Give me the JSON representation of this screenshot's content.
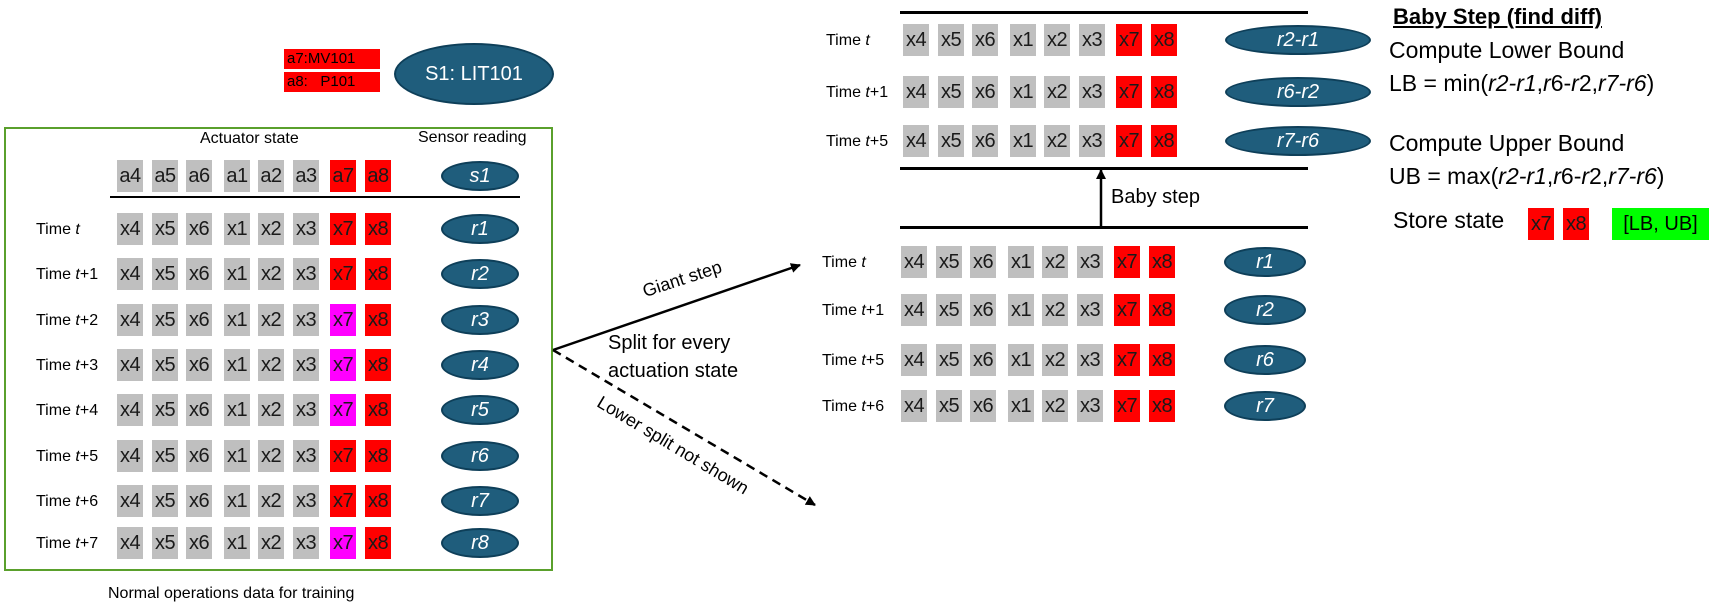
{
  "colors": {
    "grey": "#bfbfbf",
    "red": "#ff0000",
    "magenta": "#ff00ff",
    "sensor": "#1f5d7c",
    "green_border": "#5aa02c",
    "green_fill": "#00ff00"
  },
  "legend": {
    "a7": "a7:MV101",
    "a8": "a8:   P101",
    "sensor": "S1: LIT101"
  },
  "left": {
    "actuator_state": "Actuator state",
    "sensor_reading": "Sensor reading",
    "caption": "Normal operations data for training",
    "header_cells": [
      "a4",
      "a5",
      "a6",
      "a1",
      "a2",
      "a3",
      "a7",
      "a8"
    ],
    "header_sensor": "s1",
    "rows": [
      {
        "prefix": "Time ",
        "var": "t",
        "suffix": "",
        "reading": "r1",
        "x7": "red"
      },
      {
        "prefix": "Time ",
        "var": "t",
        "suffix": "+1",
        "reading": "r2",
        "x7": "red"
      },
      {
        "prefix": "Time ",
        "var": "t",
        "suffix": "+2",
        "reading": "r3",
        "x7": "magenta"
      },
      {
        "prefix": "Time ",
        "var": "t",
        "suffix": "+3",
        "reading": "r4",
        "x7": "magenta"
      },
      {
        "prefix": "Time ",
        "var": "t",
        "suffix": "+4",
        "reading": "r5",
        "x7": "magenta"
      },
      {
        "prefix": "Time ",
        "var": "t",
        "suffix": "+5",
        "reading": "r6",
        "x7": "red"
      },
      {
        "prefix": "Time ",
        "var": "t",
        "suffix": "+6",
        "reading": "r7",
        "x7": "red"
      },
      {
        "prefix": "Time ",
        "var": "t",
        "suffix": "+7",
        "reading": "r8",
        "x7": "magenta"
      }
    ]
  },
  "cells": [
    "x4",
    "x5",
    "x6",
    "x1",
    "x2",
    "x3",
    "x7",
    "x8"
  ],
  "middle": {
    "giant_step": "Giant step",
    "split_line1": "Split for every",
    "split_line2": "actuation state",
    "lower_split": "Lower split not shown"
  },
  "lower_right": {
    "rows": [
      {
        "prefix": "Time ",
        "var": "t",
        "suffix": "",
        "reading": "r1"
      },
      {
        "prefix": "Time ",
        "var": "t",
        "suffix": "+1",
        "reading": "r2"
      },
      {
        "prefix": "Time ",
        "var": "t",
        "suffix": "+5",
        "reading": "r6"
      },
      {
        "prefix": "Time ",
        "var": "t",
        "suffix": "+6",
        "reading": "r7"
      }
    ]
  },
  "baby_step_label": "Baby step",
  "upper_right": {
    "rows": [
      {
        "prefix": "Time ",
        "var": "t",
        "suffix": "",
        "reading": "r2-r1"
      },
      {
        "prefix": "Time ",
        "var": "t",
        "suffix": "+1",
        "reading": "r6-r2"
      },
      {
        "prefix": "Time ",
        "var": "t",
        "suffix": "+5",
        "reading": "r7-r6"
      }
    ]
  },
  "panel": {
    "title": "Baby Step (find diff)",
    "lower_title": "Compute Lower Bound",
    "lb_formula": "LB = min(r2-r1,r6-r2,r7-r6)",
    "upper_title": "Compute Upper Bound",
    "ub_formula": "UB = max(r2-r1,r6-r2,r7-r6)",
    "store_state": "Store state",
    "store_x7": "x7",
    "store_x8": "x8",
    "bounds": "[LB, UB]"
  }
}
